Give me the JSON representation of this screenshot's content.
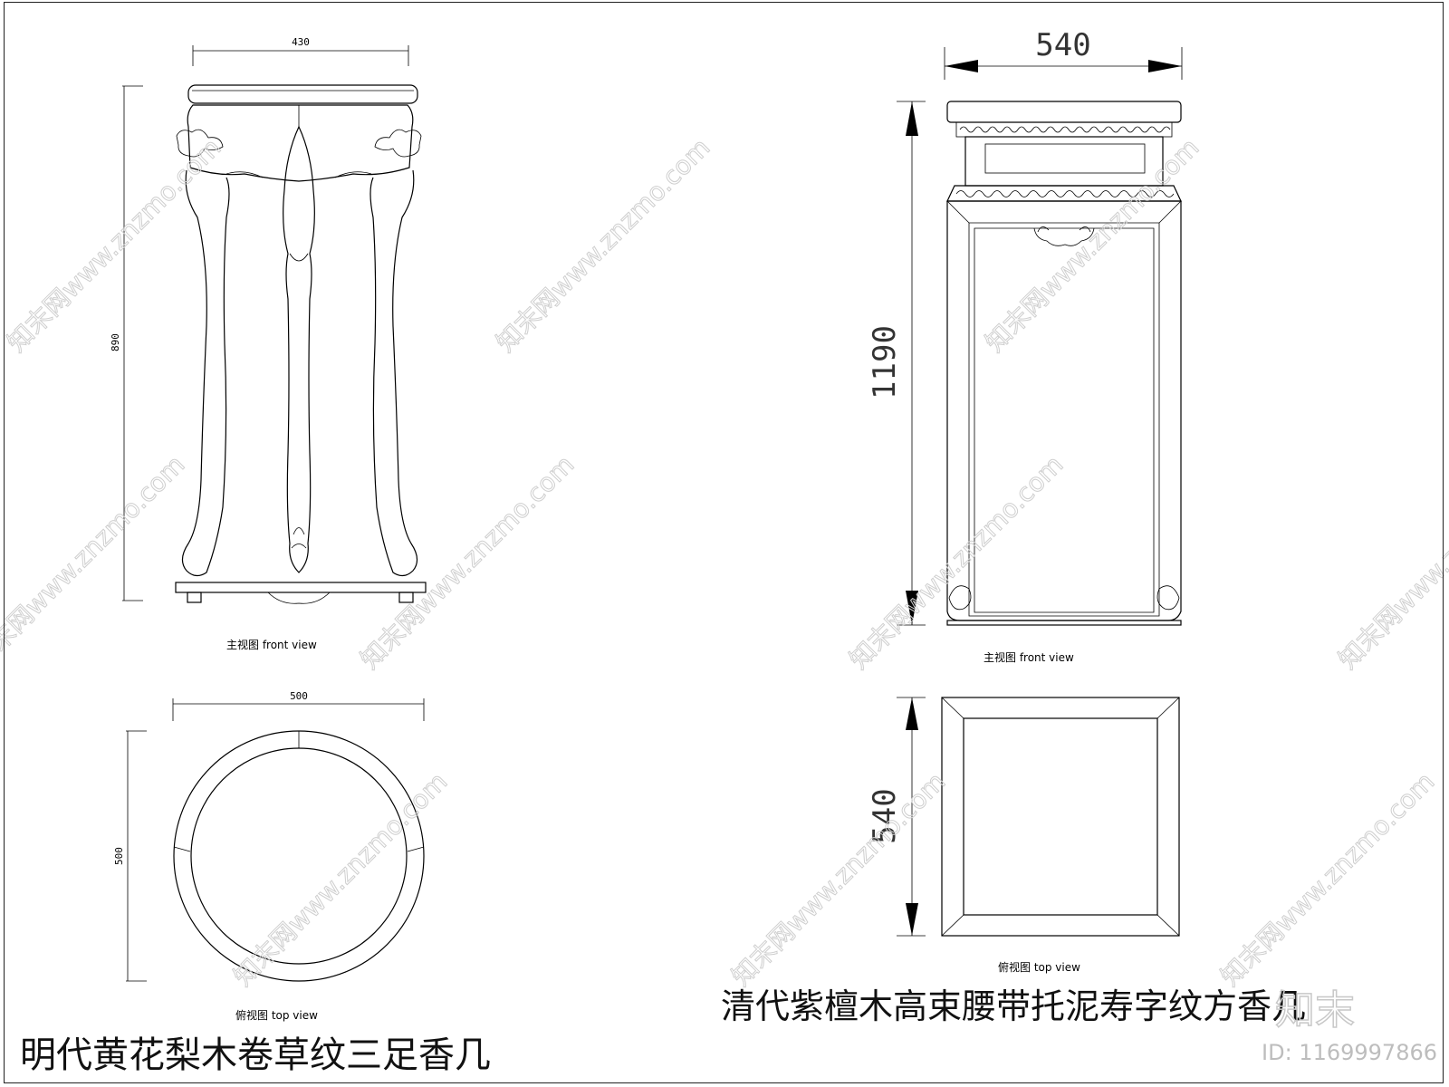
{
  "left_piece": {
    "front_view": {
      "width_dim": "430",
      "height_dim": "890",
      "caption": "主视图   front view"
    },
    "top_view": {
      "width_dim": "500",
      "height_dim": "500",
      "caption": "俯视图   top view"
    },
    "title": "明代黄花梨木卷草纹三足香几"
  },
  "right_piece": {
    "front_view": {
      "width_dim": "540",
      "height_dim": "1190",
      "caption": "主视图   front view"
    },
    "top_view": {
      "height_dim": "540",
      "caption": "俯视图   top view"
    },
    "title": "清代紫檀木高束腰带托泥寿字纹方香几"
  },
  "watermark": {
    "text": "知末网www.znzmo.com",
    "logo": "知末",
    "id": "ID: 1169997866"
  }
}
